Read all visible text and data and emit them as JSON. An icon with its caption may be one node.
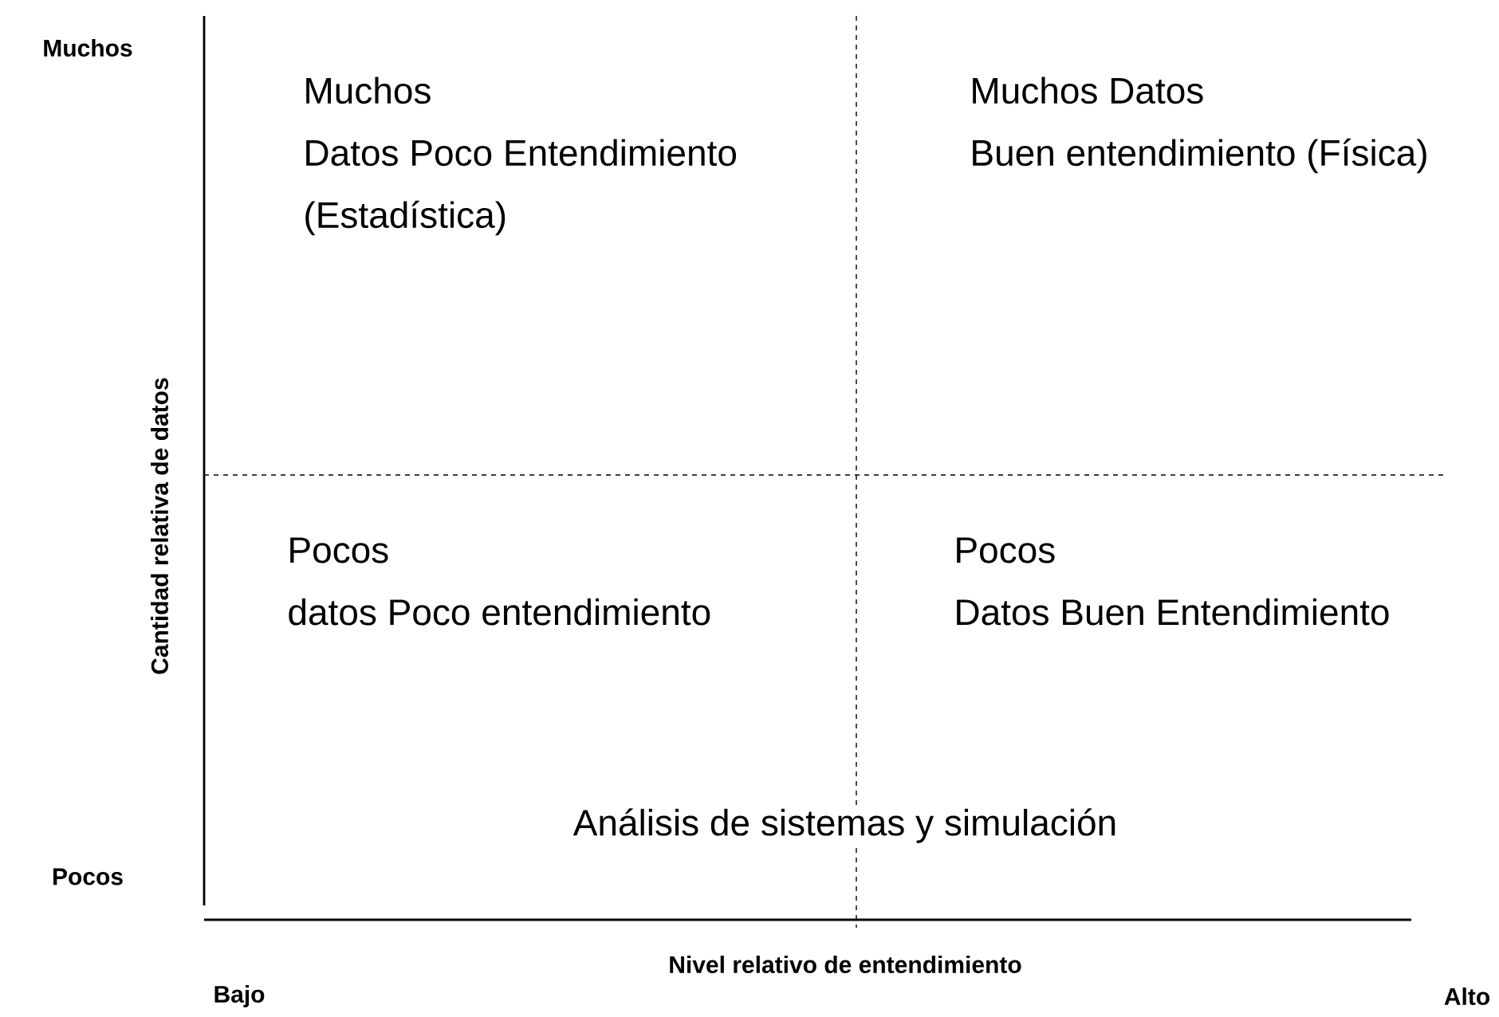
{
  "diagram": {
    "labels": [
      "Muchos",
      "Muchos Datos Poco Entendimiento (Estadística)",
      "Muchos Datos Buen entendimiento (Física)",
      "Cantidad relativa de datos",
      "Pocos datos Poco entendimiento",
      "Pocos Datos Buen Entendimiento",
      "Análisis de sistemas y simulación",
      "Pocos",
      "Nivel relativo de entendimiento",
      "Bajo",
      "Alto"
    ]
  }
}
